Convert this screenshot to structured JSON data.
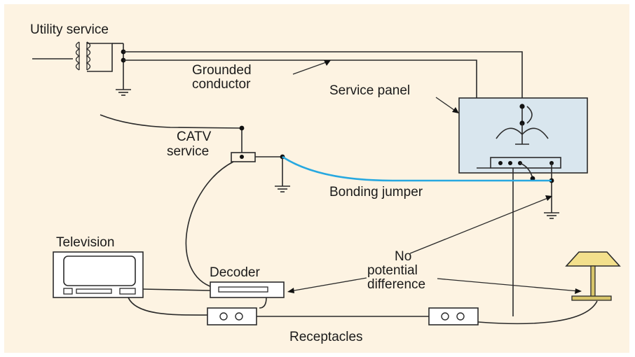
{
  "colors": {
    "background": "#fdf3e2",
    "panel_fill": "#d9e6ee",
    "bonding": "#27a8e0",
    "lamp_shade": "#f3e08c",
    "lamp_base": "#d8c56a",
    "wire": "#2b2b2b"
  },
  "labels": {
    "utility_service": "Utility service",
    "grounded_line1": "Grounded",
    "grounded_line2": "conductor",
    "service_panel": "Service panel",
    "catv_line1": "CATV",
    "catv_line2": "service",
    "bonding_jumper": "Bonding jumper",
    "television": "Television",
    "decoder": "Decoder",
    "no_potential_line1": "No",
    "no_potential_line2": "potential",
    "no_potential_line3": "difference",
    "receptacles": "Receptacles"
  },
  "icons": {
    "transformer": "transformer-coil-icon",
    "ground": "ground-symbol-icon",
    "television": "television-icon",
    "decoder": "decoder-box-icon",
    "receptacle": "duplex-receptacle-icon",
    "lamp": "floor-lamp-icon",
    "splitter": "catv-ground-block-icon"
  }
}
